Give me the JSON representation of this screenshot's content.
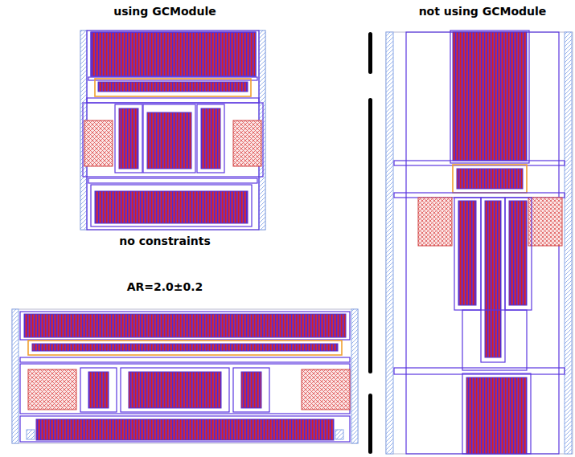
{
  "diagram": {
    "labels": [
      "using GCModule",
      "not using GCModule",
      "no constraints",
      "AR=2.0±0.2"
    ]
  }
}
